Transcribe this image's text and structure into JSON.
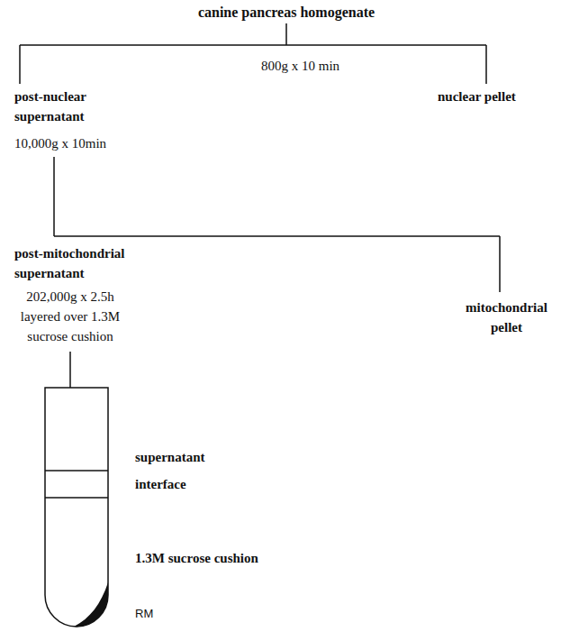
{
  "diagram": {
    "labels": [
      "canine pancreas homogenate",
      "800g x 10 min",
      "post-nuclear supernatant",
      "nuclear pellet",
      "10,000g x 10min",
      "post-mitochondrial supernatant",
      "mitochondrial pellet",
      "202,000g x 2.5h layered over 1.3M sucrose cushion",
      "supernatant",
      "interface",
      "1.3M sucrose cushion",
      "RM"
    ]
  }
}
